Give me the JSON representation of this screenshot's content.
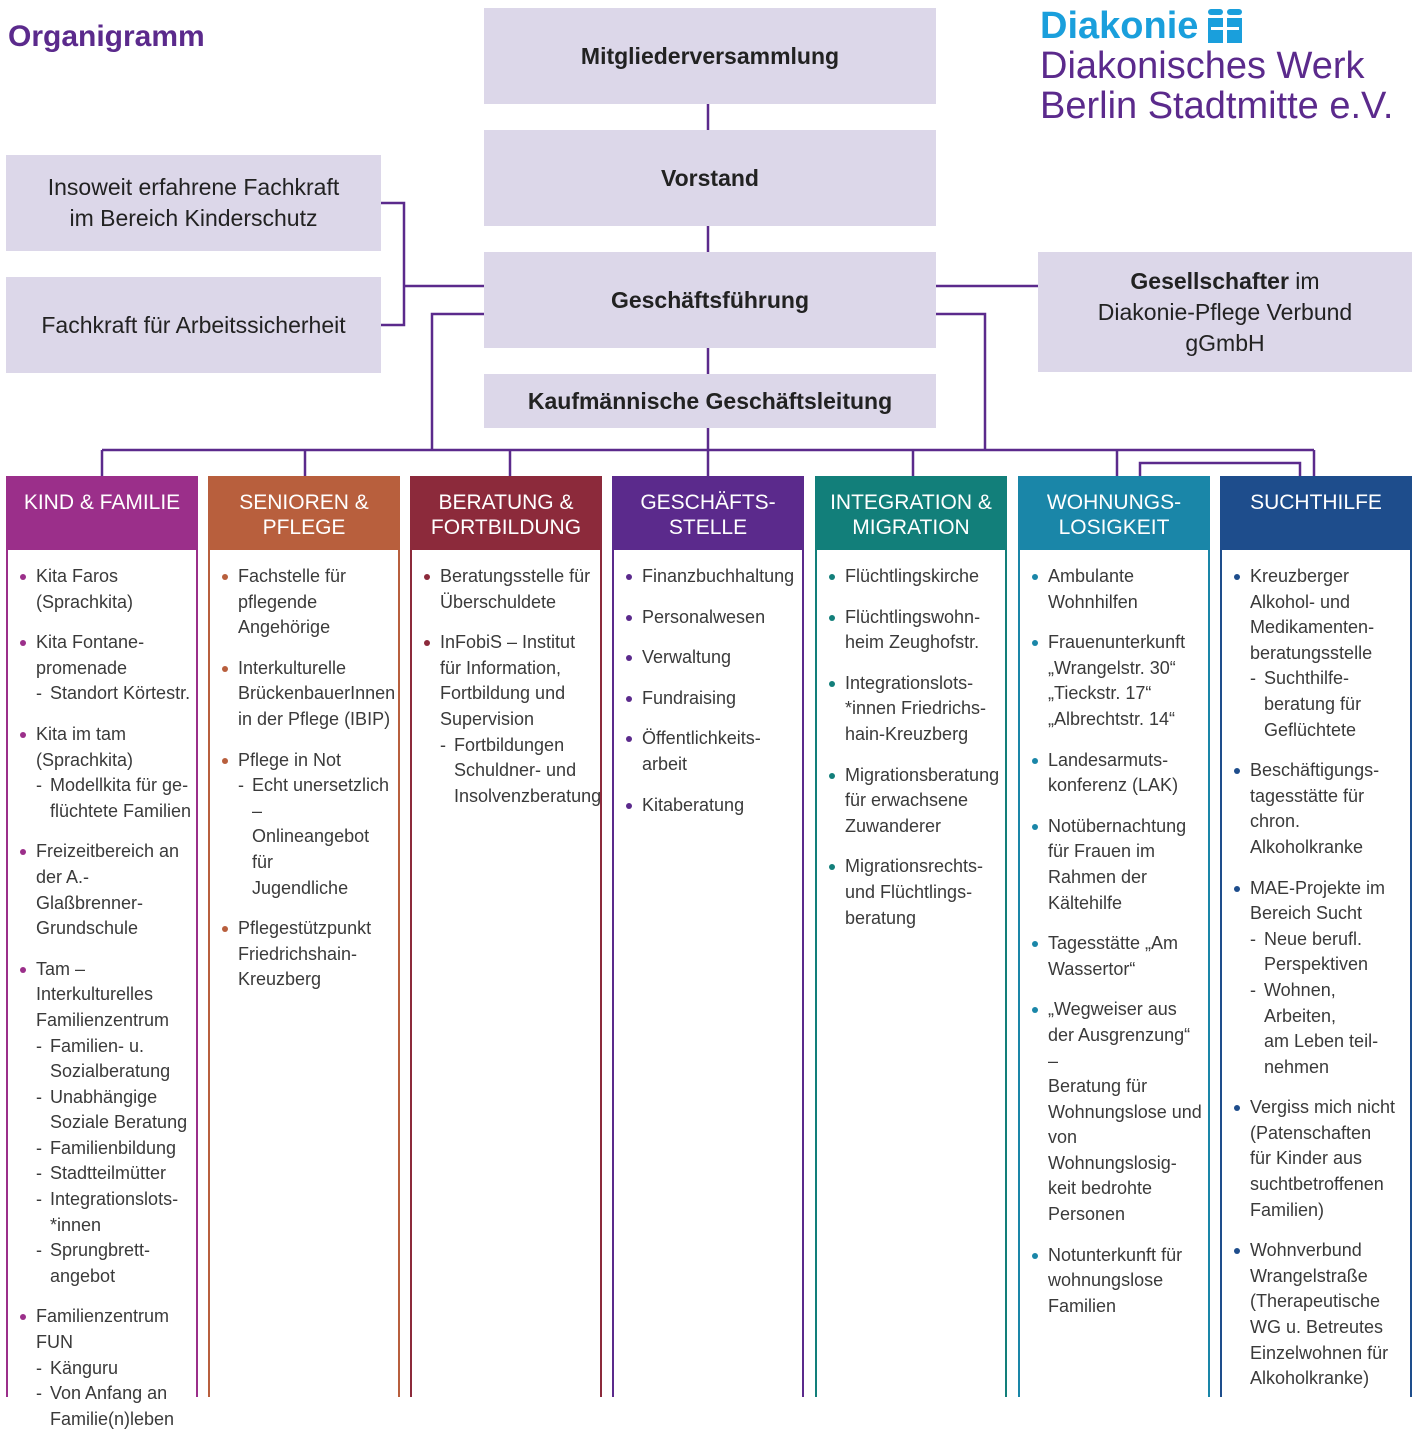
{
  "title": "Organigramm",
  "logo": {
    "brand": "Diakonie",
    "line1": "Diakonisches Werk",
    "line2": "Berlin Stadtmitte e.V."
  },
  "boxes": {
    "mitgliederversammlung": "Mitgliederversammlung",
    "vorstand": "Vorstand",
    "geschaeftsfuehrung": "Geschäftsführung",
    "kaufmaennisch": "Kaufmännische Geschäftsleitung",
    "kinderschutz": "Insoweit erfahrene Fachkraft\nim Bereich Kinderschutz",
    "arbeitssicherheit": "Fachkraft für Arbeitssicherheit",
    "gesellschafter_bold": "Gesellschafter",
    "gesellschafter_rest": " im\nDiakonie-Pflege Verbund\ngGmbH"
  },
  "colors": {
    "connector": "#5b2a8c",
    "box_fill": "#dcd7e9"
  },
  "columns": [
    {
      "title": "KIND & FAMILIE",
      "color": "#9b2f8a",
      "items": [
        {
          "text": "Kita Faros\n(Sprachkita)",
          "subs": []
        },
        {
          "text": "Kita Fontane-\npromenade",
          "subs": [
            "Standort Körtestr."
          ]
        },
        {
          "text": "Kita im tam\n(Sprachkita)",
          "subs": [
            "Modellkita für ge-\nflüchtete Familien"
          ]
        },
        {
          "text": "Freizeitbereich an\nder A.-Glaßbrenner-\nGrundschule",
          "subs": []
        },
        {
          "text": "Tam – Interkulturelles\nFamilienzentrum",
          "subs": [
            "Familien- u.\nSozialberatung",
            "Unabhängige\nSoziale Beratung",
            "Familienbildung",
            "Stadtteilmütter",
            "Integrationslots-\n*innen",
            "Sprungbrett-\nangebot"
          ]
        },
        {
          "text": "Familienzentrum\nFUN",
          "subs": [
            "Känguru",
            "Von Anfang an\nFamilie(n)leben"
          ]
        }
      ]
    },
    {
      "title": "SENIOREN &\nPFLEGE",
      "color": "#b85f3d",
      "items": [
        {
          "text": "Fachstelle für\npflegende\nAngehörige",
          "subs": []
        },
        {
          "text": "Interkulturelle\nBrückenbauerInnen\nin der Pflege (IBIP)",
          "subs": []
        },
        {
          "text": "Pflege in Not",
          "subs": [
            "Echt unersetzlich –\nOnlineangebot für\nJugendliche"
          ]
        },
        {
          "text": "Pflegestützpunkt\nFriedrichshain-\nKreuzberg",
          "subs": []
        }
      ]
    },
    {
      "title": "BERATUNG &\nFORTBILDUNG",
      "color": "#8c2a3b",
      "items": [
        {
          "text": "Beratungsstelle für\nÜberschuldete",
          "subs": []
        },
        {
          "text": "InFobiS – Institut\nfür Information,\nFortbildung und\nSupervision",
          "subs": [
            "Fortbildungen\nSchuldner- und\nInsolvenzberatung"
          ]
        }
      ]
    },
    {
      "title": "GESCHÄFTS-\nSTELLE",
      "color": "#5b2a8c",
      "items": [
        {
          "text": "Finanzbuchhaltung",
          "subs": []
        },
        {
          "text": "Personalwesen",
          "subs": []
        },
        {
          "text": "Verwaltung",
          "subs": []
        },
        {
          "text": "Fundraising",
          "subs": []
        },
        {
          "text": "Öffentlichkeits-\narbeit",
          "subs": []
        },
        {
          "text": "Kitaberatung",
          "subs": []
        }
      ]
    },
    {
      "title": "INTEGRATION &\nMIGRATION",
      "color": "#127f7a",
      "items": [
        {
          "text": "Flüchtlingskirche",
          "subs": []
        },
        {
          "text": "Flüchtlingswohn-\nheim Zeughofstr.",
          "subs": []
        },
        {
          "text": "Integrationslots-\n*innen Friedrichs-\nhain-Kreuzberg",
          "subs": []
        },
        {
          "text": "Migrationsberatung\nfür erwachsene\nZuwanderer",
          "subs": []
        },
        {
          "text": "Migrationsrechts-\nund Flüchtlings-\nberatung",
          "subs": []
        }
      ]
    },
    {
      "title": "WOHNUNGS-\nLOSIGKEIT",
      "color": "#1a86a8",
      "items": [
        {
          "text": "Ambulante\nWohnhilfen",
          "subs": []
        },
        {
          "text": "Frauenunterkunft\n„Wrangelstr. 30“\n„Tieckstr. 17“\n„Albrechtstr. 14“",
          "subs": []
        },
        {
          "text": "Landesarmuts-\nkonferenz (LAK)",
          "subs": []
        },
        {
          "text": "Notübernachtung\nfür Frauen im\nRahmen der\nKältehilfe",
          "subs": []
        },
        {
          "text": "Tagesstätte „Am\nWassertor“",
          "subs": []
        },
        {
          "text": "„Wegweiser aus\nder Ausgrenzung“ –\nBeratung für\nWohnungslose und\nvon Wohnungslosig-\nkeit bedrohte\nPersonen",
          "subs": []
        },
        {
          "text": "Notunterkunft für\nwohnungslose\nFamilien",
          "subs": []
        }
      ]
    },
    {
      "title": "SUCHTHILFE",
      "color": "#1e4d8c",
      "items": [
        {
          "text": "Kreuzberger\nAlkohol- und\nMedikamenten-\nberatungsstelle",
          "subs": [
            "Suchthilfe-\nberatung für\nGeflüchtete"
          ]
        },
        {
          "text": "Beschäftigungs-\ntagesstätte für chron.\nAlkoholkranke",
          "subs": []
        },
        {
          "text": "MAE-Projekte im\nBereich Sucht",
          "subs": [
            "Neue berufl.\nPerspektiven",
            "Wohnen, Arbeiten,\nam Leben teil-\nnehmen"
          ]
        },
        {
          "text": "Vergiss mich nicht\n(Patenschaften\nfür Kinder aus\nsuchtbetroffenen\nFamilien)",
          "subs": []
        },
        {
          "text": "Wohnverbund\nWrangelstraße\n(Therapeutische\nWG u. Betreutes\nEinzelwohnen für\nAlkoholkranke)",
          "subs": []
        }
      ]
    }
  ]
}
